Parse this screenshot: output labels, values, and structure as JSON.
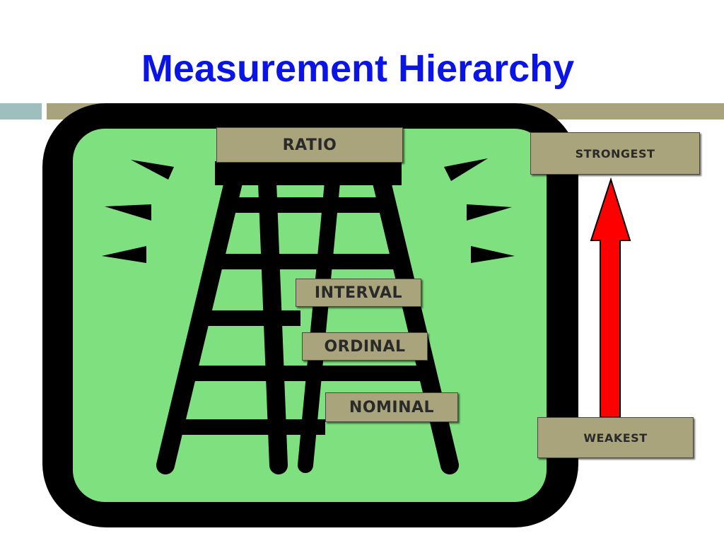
{
  "title": "Measurement Hierarchy",
  "levels": {
    "ratio": "RATIO",
    "interval": "INTERVAL",
    "ordinal": "ORDINAL",
    "nominal": "NOMINAL"
  },
  "scale": {
    "strongest": "STRONGEST",
    "weakest": "WEAKEST"
  },
  "colors": {
    "title": "#0a14e6",
    "panel_background": "#7ee07e",
    "label_fill": "#a9a47c",
    "arrow": "#ff0000",
    "accent_left": "#9fbfbf",
    "accent_right": "#a8a37c"
  },
  "icons": [
    "ladder-icon",
    "red-up-arrow-icon"
  ]
}
